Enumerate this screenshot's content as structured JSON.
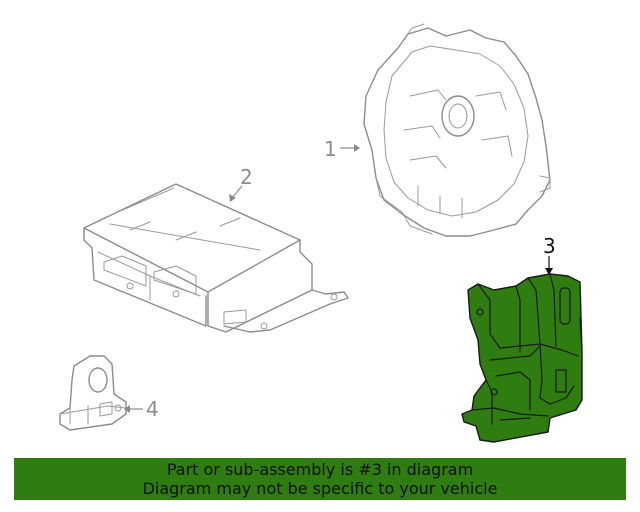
{
  "callouts": {
    "part1": "1",
    "part2": "2",
    "part3": "3",
    "part4": "4"
  },
  "banner": {
    "line1": "Part or sub-assembly is #3 in diagram",
    "line2": "Diagram may not be specific to your vehicle"
  },
  "colors": {
    "highlight": "#2f7d10",
    "outline": "#8c8c8c",
    "banner_bg": "#2f7d10"
  }
}
